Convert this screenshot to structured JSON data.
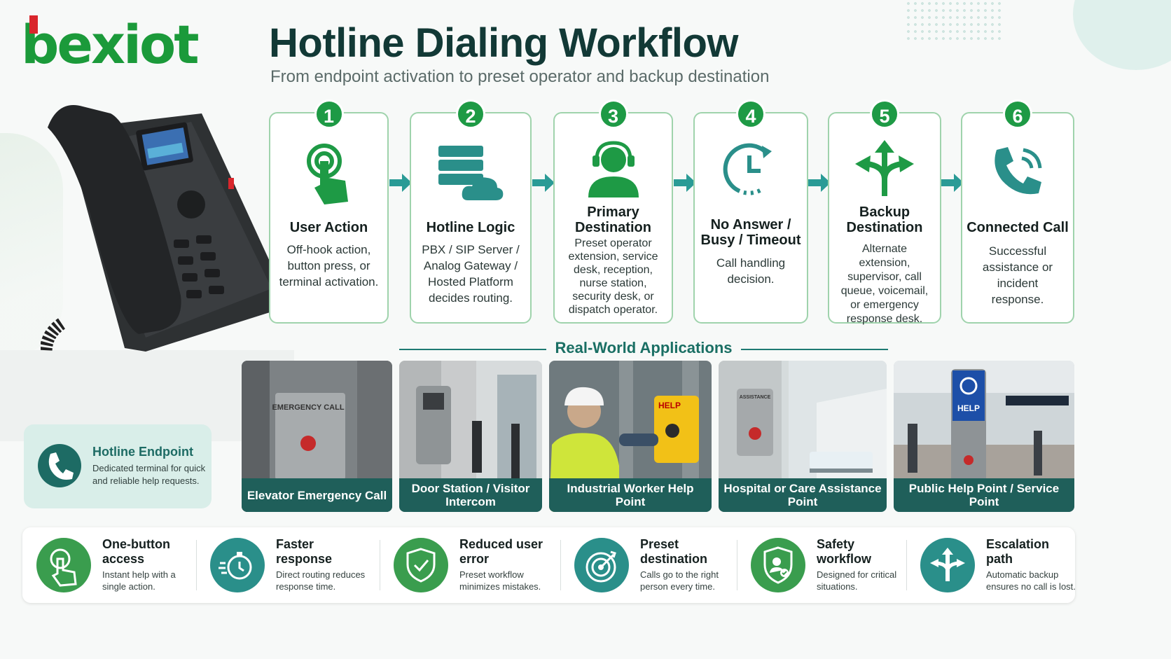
{
  "brand": {
    "logo_text": "bexiot"
  },
  "header": {
    "title": "Hotline Dialing Workflow",
    "subtitle": "From endpoint activation to preset operator and backup destination"
  },
  "colors": {
    "green": "#1e9a45",
    "teal": "#1f5f5a",
    "teal_light": "#d9eee9",
    "accent_red": "#d9262c"
  },
  "steps": [
    {
      "num": "1",
      "icon": "tap-hand-icon",
      "title": "User Action",
      "desc": "Off-hook action, button press, or terminal activation."
    },
    {
      "num": "2",
      "icon": "server-cloud-icon",
      "title": "Hotline Logic",
      "desc": "PBX / SIP Server / Analog Gateway / Hosted Platform decides routing."
    },
    {
      "num": "3",
      "icon": "operator-headset-icon",
      "title": "Primary Destination",
      "desc": "Preset operator extension, service desk, reception, nurse station, security desk, or dispatch operator."
    },
    {
      "num": "4",
      "icon": "clock-timeout-icon",
      "title": "No Answer / Busy / Timeout",
      "desc": "Call handling decision."
    },
    {
      "num": "5",
      "icon": "split-arrows-icon",
      "title": "Backup Destination",
      "desc": "Alternate extension, supervisor, call queue, voicemail, or emergency response desk."
    },
    {
      "num": "6",
      "icon": "phone-call-icon",
      "title": "Connected Call",
      "desc": "Successful assistance or incident response."
    }
  ],
  "endpoint": {
    "title": "Hotline Endpoint",
    "desc": "Dedicated terminal for quick and reliable help requests."
  },
  "applications": {
    "title": "Real-World Applications",
    "items": [
      {
        "caption": "Elevator Emergency Call",
        "sign": "EMERGENCY CALL"
      },
      {
        "caption": "Door Station / Visitor Intercom"
      },
      {
        "caption": "Industrial Worker Help Point",
        "sign": "HELP"
      },
      {
        "caption": "Hospital or Care Assistance Point",
        "sign": "ASSISTANCE"
      },
      {
        "caption": "Public Help Point / Service Point",
        "sign": "HELP"
      }
    ]
  },
  "benefits": [
    {
      "icon": "tap-hand-icon",
      "title": "One-button access",
      "desc": "Instant help with a single action."
    },
    {
      "icon": "stopwatch-icon",
      "title": "Faster response",
      "desc": "Direct routing reduces response time."
    },
    {
      "icon": "shield-check-icon",
      "title": "Reduced user error",
      "desc": "Preset workflow minimizes mistakes."
    },
    {
      "icon": "target-icon",
      "title": "Preset destination",
      "desc": "Calls go to the right person every time."
    },
    {
      "icon": "user-shield-icon",
      "title": "Safety workflow",
      "desc": "Designed for critical situations."
    },
    {
      "icon": "split-arrows-icon",
      "title": "Escalation path",
      "desc": "Automatic backup ensures no call is lost."
    }
  ]
}
